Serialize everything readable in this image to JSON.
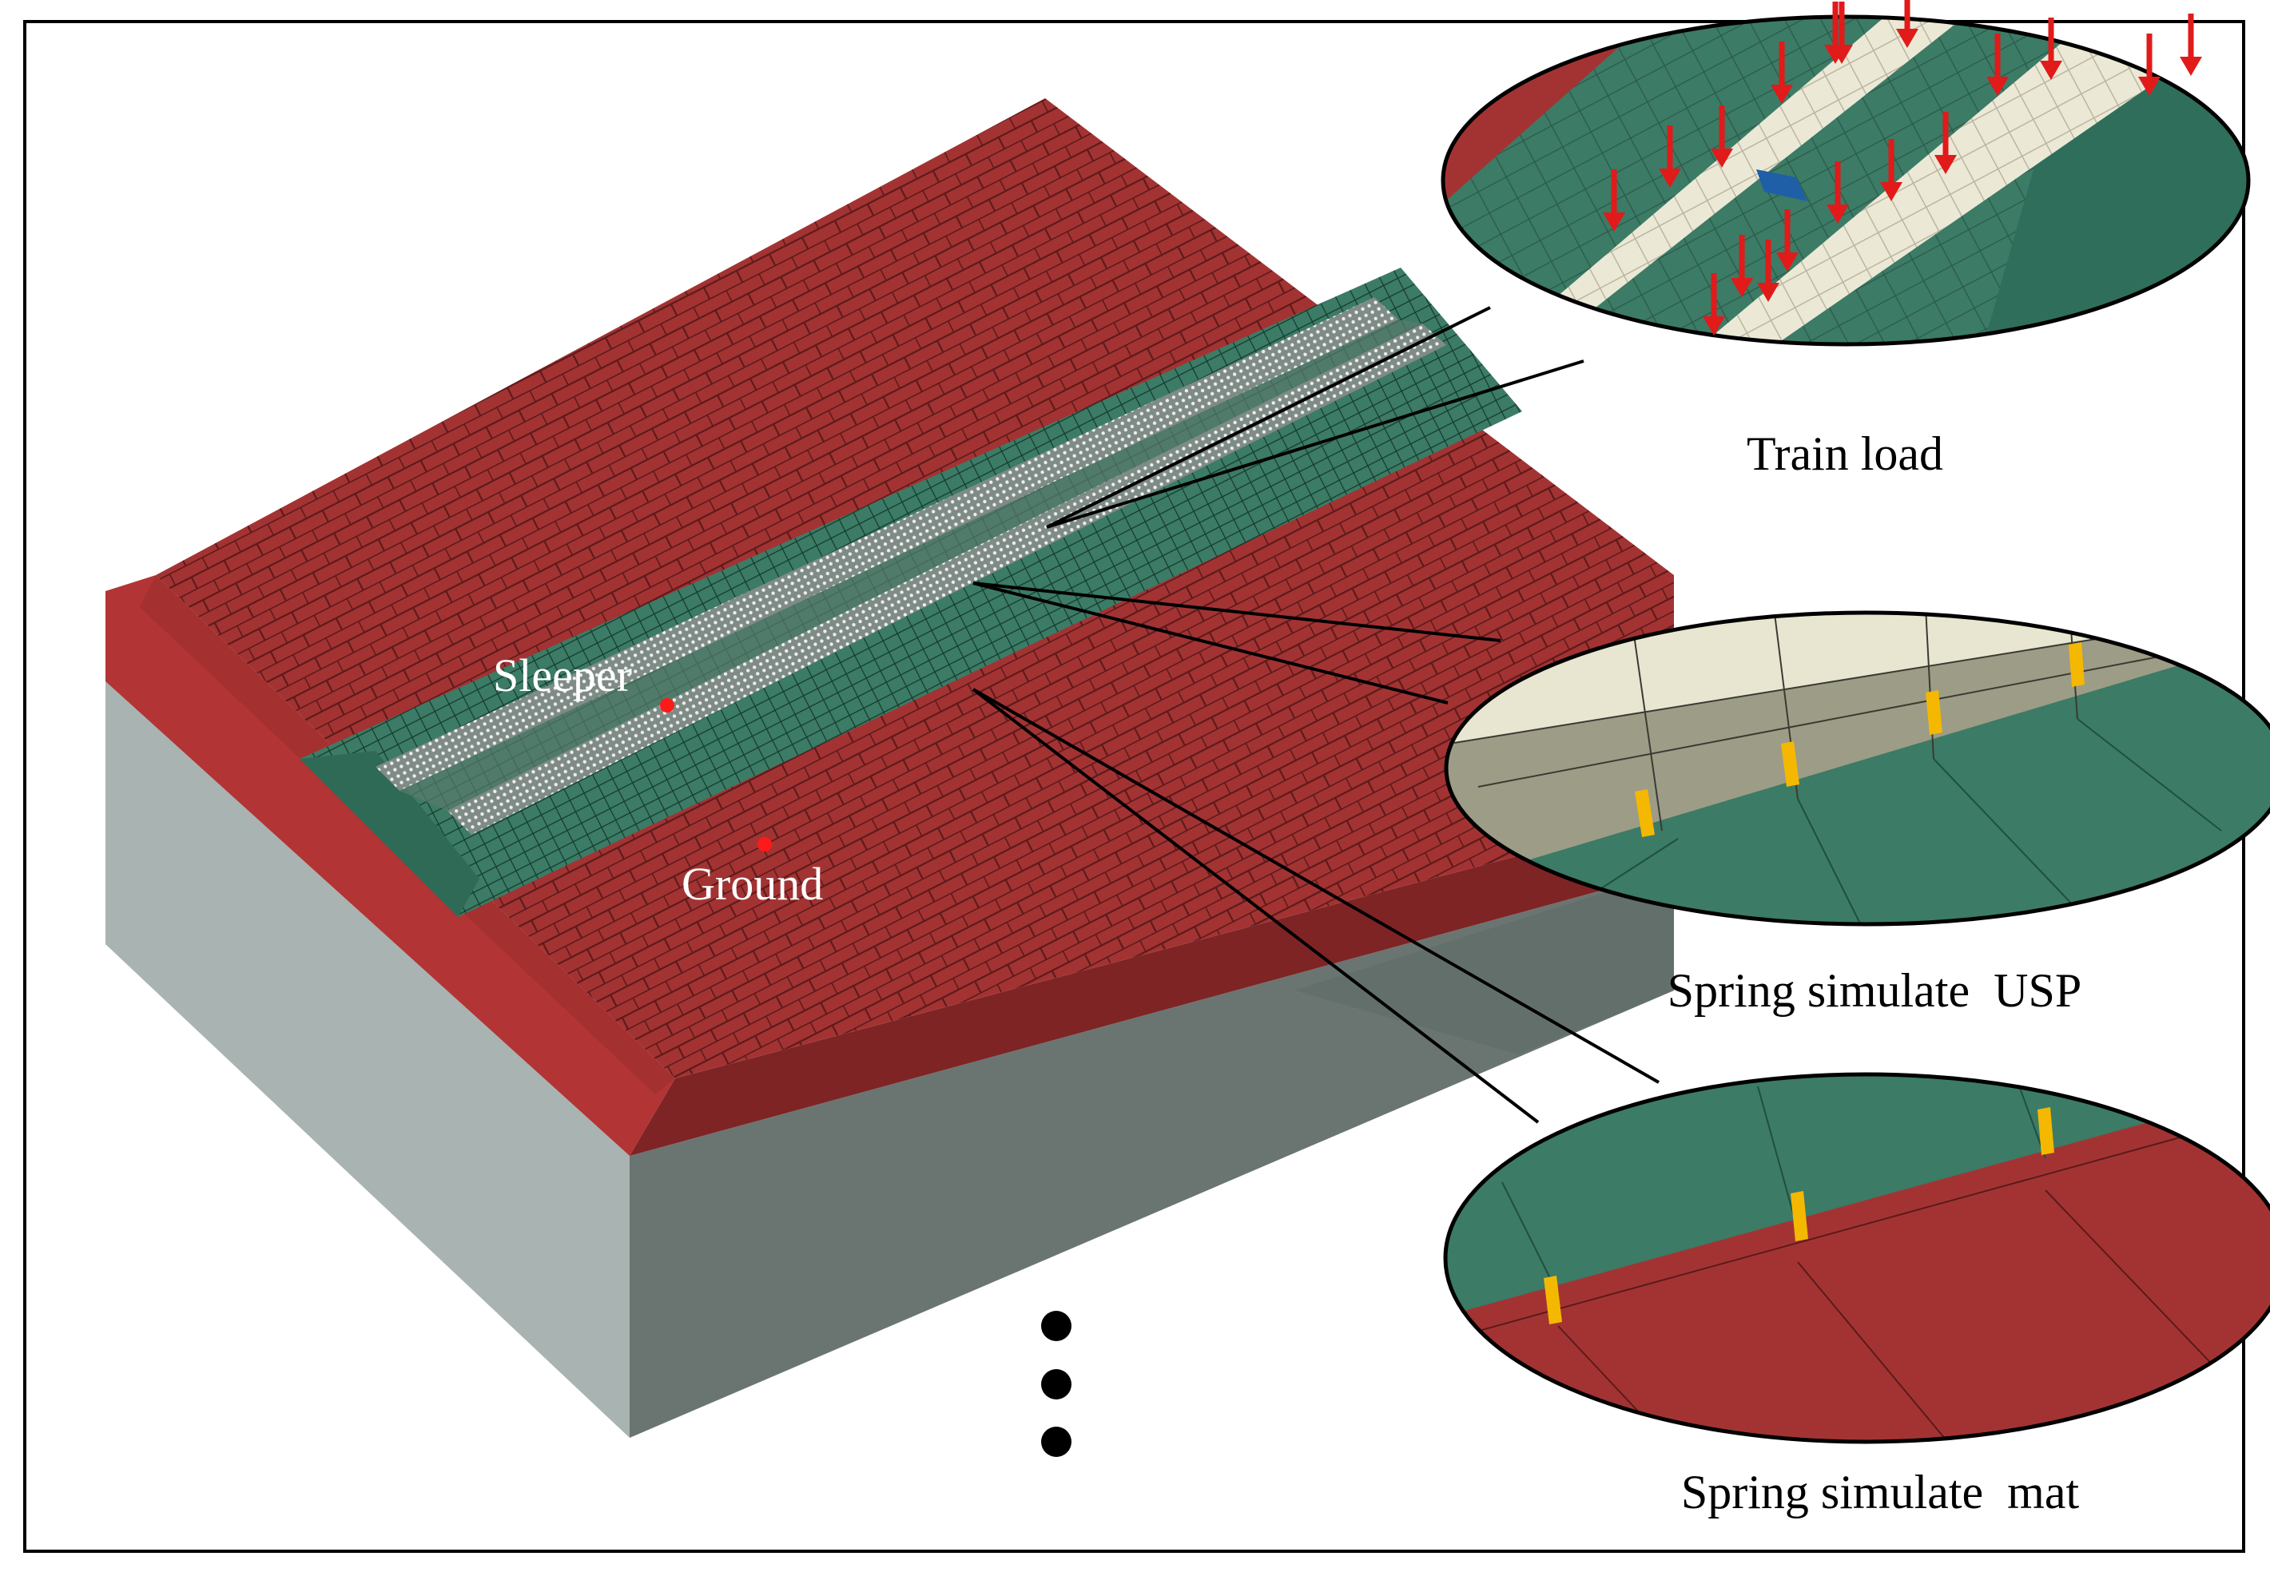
{
  "labels": {
    "sleeper": "Sleeper",
    "ground": "Ground",
    "train_load": "Train load",
    "spring_usp": "Spring simulate  USP",
    "spring_mat": "Spring simulate  mat"
  },
  "colors": {
    "frame": "#000000",
    "soil_red": "#a33333",
    "soil_red_dark": "#7e2424",
    "soil_side_left": "#a9b3b1",
    "soil_side_front": "#6a7572",
    "track_green": "#3c7b66",
    "sleeper_white": "#ece8d6",
    "load_arrow": "#e11a1a",
    "spring": "#f5b800",
    "usp_block": "#9d9c86",
    "monitor_point": "#ff1a1a"
  },
  "icons": {
    "continuation": "vertical-ellipsis-icon",
    "load": "down-arrow-icon"
  }
}
